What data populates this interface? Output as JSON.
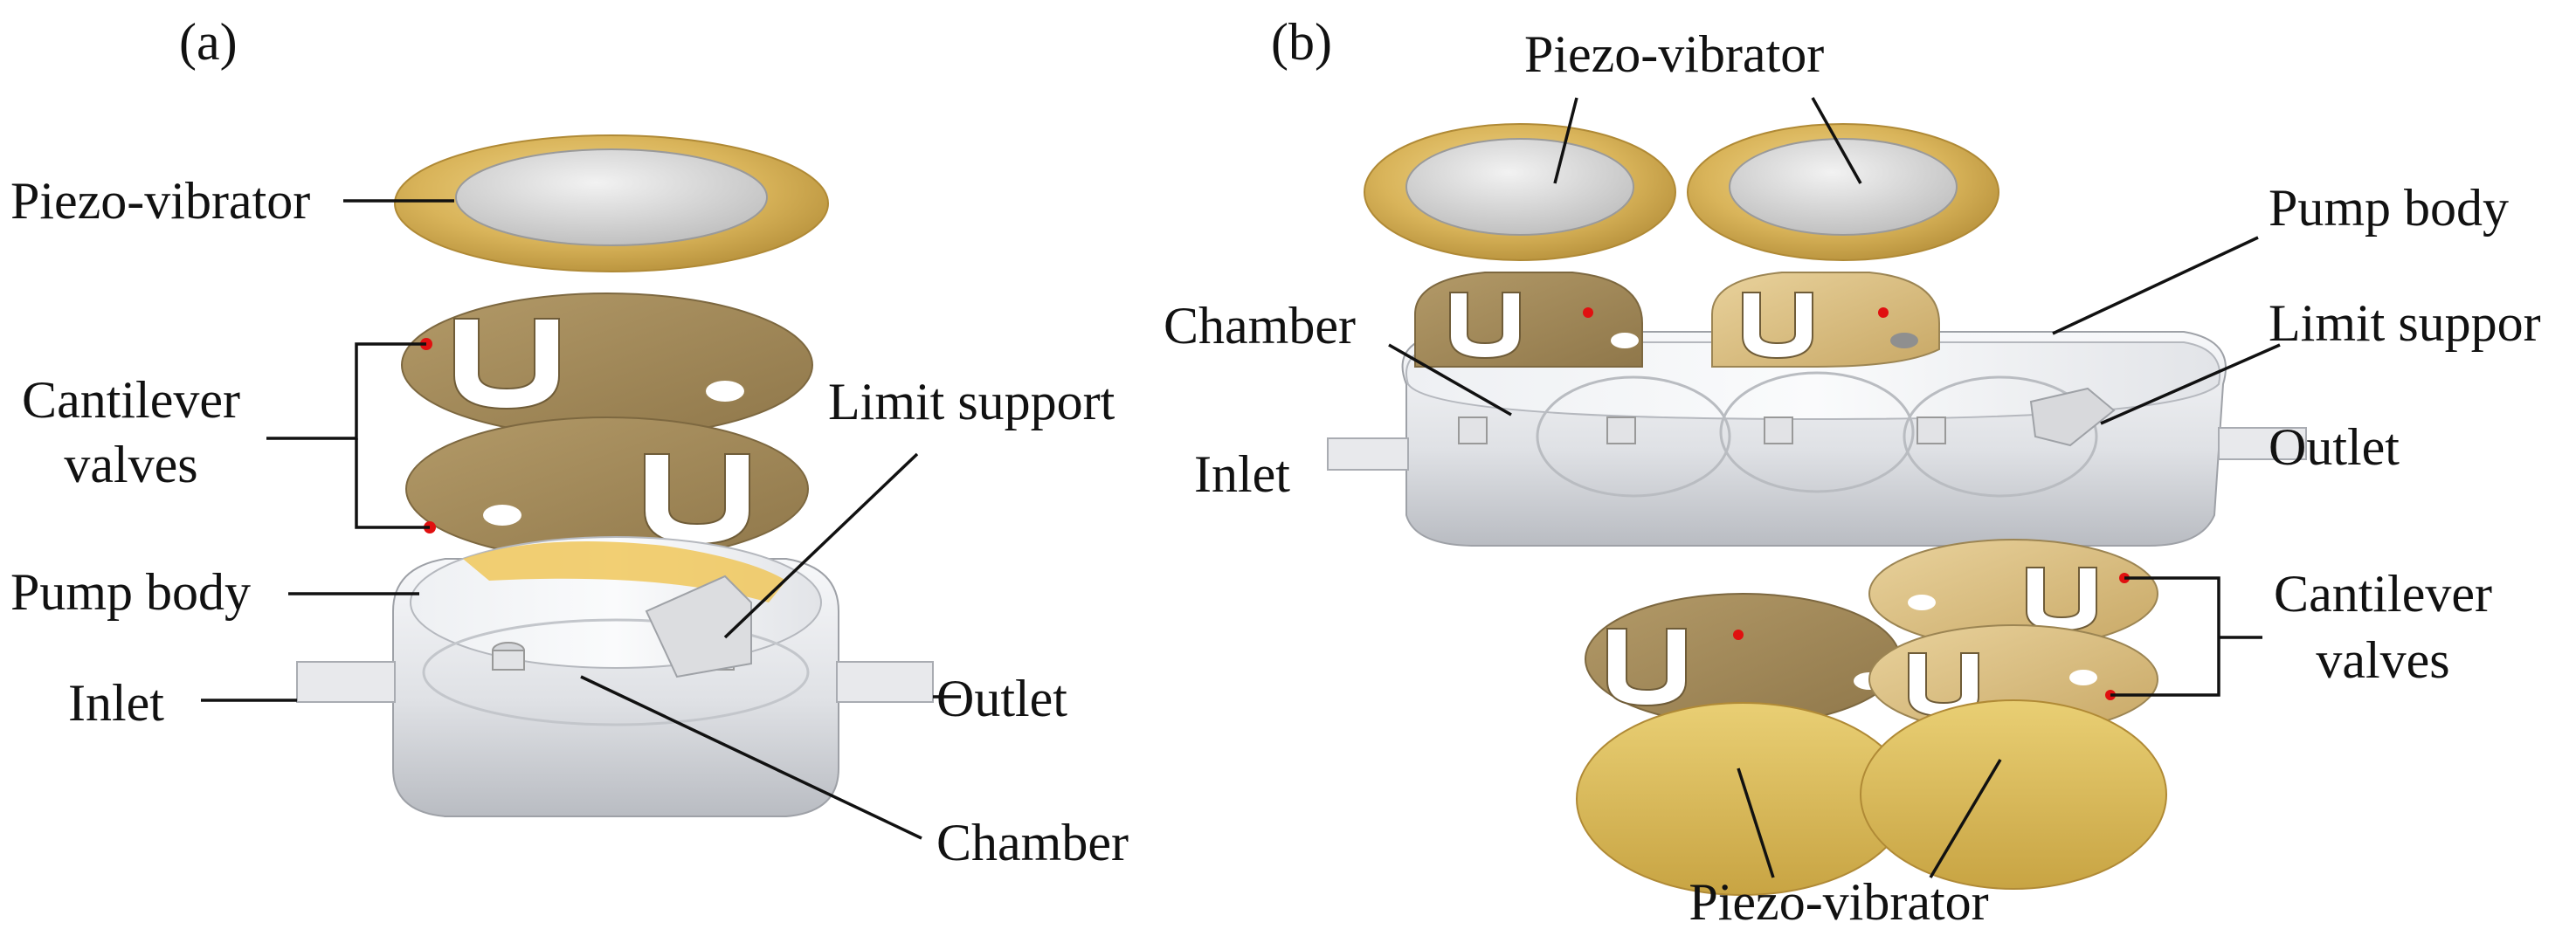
{
  "panels": {
    "a": {
      "panel_label": "(a)",
      "labels": {
        "piezo_vibrator": "Piezo-vibrator",
        "cantilever_valves_line1": "Cantilever",
        "cantilever_valves_line2": "valves",
        "limit_support": "Limit support",
        "pump_body": "Pump body",
        "inlet": "Inlet",
        "outlet": "Outlet",
        "chamber": "Chamber"
      }
    },
    "b": {
      "panel_label": "(b)",
      "labels": {
        "piezo_vibrator_top": "Piezo-vibrator",
        "pump_body": "Pump body",
        "chamber": "Chamber",
        "limit_support": "Limit suppor",
        "inlet": "Inlet",
        "outlet": "Outlet",
        "cantilever_valves_line1": "Cantilever",
        "cantilever_valves_line2": "valves",
        "piezo_vibrator_bottom": "Piezo-vibrator"
      }
    }
  },
  "colors": {
    "piezo_gold": "#d9b45a",
    "piezo_ceramic": "#dcdcdc",
    "valve_brass": "#a8905c",
    "pump_body_glass": "#e6e7ea",
    "marker_red": "#e01010"
  }
}
